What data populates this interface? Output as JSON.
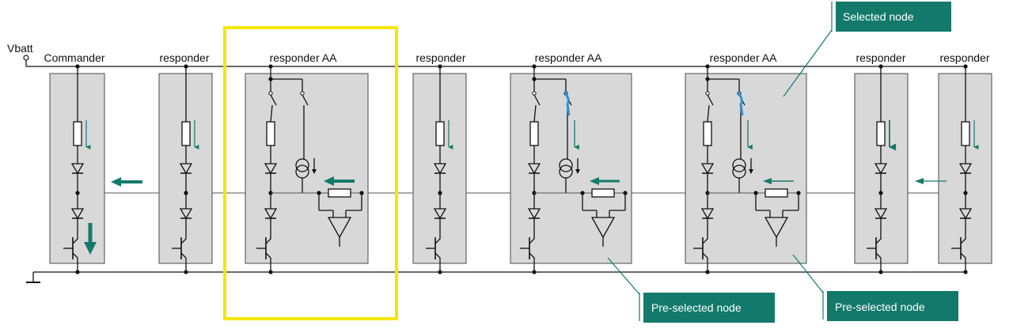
{
  "labels": {
    "vbatt": "Vbatt",
    "commander": "Commander",
    "responder": "responder",
    "responder_aa": "responder AA"
  },
  "callouts": {
    "selected": "Selected node",
    "preselected_1": "Pre-selected node",
    "preselected_2": "Pre-selected node"
  },
  "colors": {
    "box_fill": "#d8d8d8",
    "box_stroke": "#4a4a4a",
    "wire": "#111111",
    "arrow_teal": "#137a6b",
    "callout_bg": "#137a6b",
    "callout_line": "#137a6b",
    "highlight": "#f5e800",
    "blue_path": "#2a8fd8"
  },
  "nodes": [
    {
      "kind": "commander",
      "label_key": "commander"
    },
    {
      "kind": "responder",
      "label_key": "responder"
    },
    {
      "kind": "responder_aa",
      "label_key": "responder_aa",
      "highlighted": true
    },
    {
      "kind": "responder",
      "label_key": "responder"
    },
    {
      "kind": "responder_aa",
      "label_key": "responder_aa",
      "blue": true
    },
    {
      "kind": "responder_aa",
      "label_key": "responder_aa",
      "blue": true
    },
    {
      "kind": "responder",
      "label_key": "responder"
    },
    {
      "kind": "responder",
      "label_key": "responder"
    }
  ]
}
